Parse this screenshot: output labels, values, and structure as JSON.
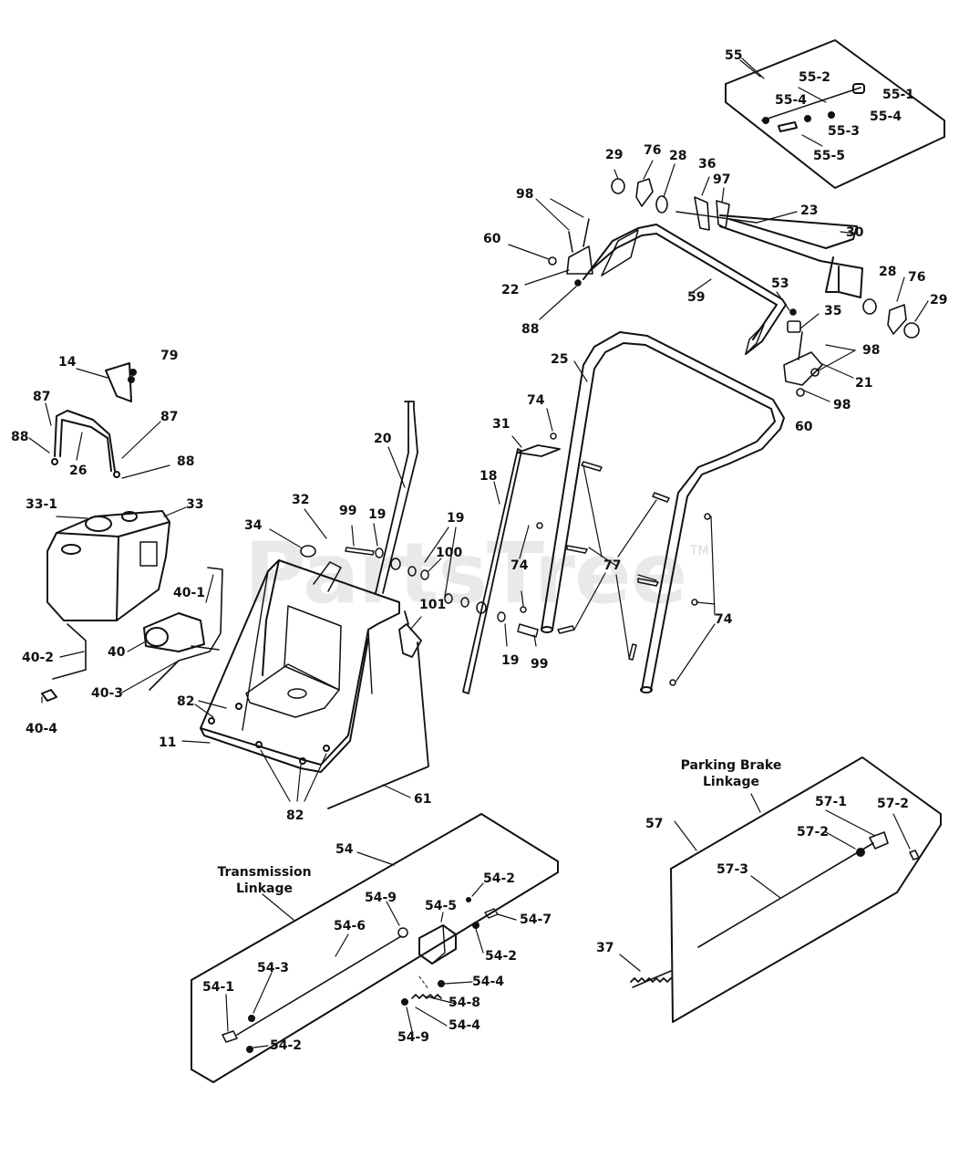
{
  "watermark": {
    "text": "PartsTree",
    "tm": "TM"
  },
  "captions": {
    "transmission_linkage": [
      "Transmission",
      "Linkage"
    ],
    "parking_brake_linkage": [
      "Parking Brake",
      "Linkage"
    ]
  },
  "callouts": [
    {
      "id": "c1",
      "text": "55"
    },
    {
      "id": "c2",
      "text": "55-2"
    },
    {
      "id": "c3",
      "text": "55-1"
    },
    {
      "id": "c4",
      "text": "55-4"
    },
    {
      "id": "c5",
      "text": "55-4"
    },
    {
      "id": "c6",
      "text": "55-3"
    },
    {
      "id": "c7",
      "text": "55-5"
    },
    {
      "id": "c8",
      "text": "29"
    },
    {
      "id": "c9",
      "text": "76"
    },
    {
      "id": "c10",
      "text": "28"
    },
    {
      "id": "c11",
      "text": "36"
    },
    {
      "id": "c12",
      "text": "97"
    },
    {
      "id": "c13",
      "text": "98"
    },
    {
      "id": "c14",
      "text": "23"
    },
    {
      "id": "c15",
      "text": "30"
    },
    {
      "id": "c16",
      "text": "60"
    },
    {
      "id": "c17",
      "text": "22"
    },
    {
      "id": "c18",
      "text": "59"
    },
    {
      "id": "c19",
      "text": "88"
    },
    {
      "id": "c20",
      "text": "28"
    },
    {
      "id": "c21",
      "text": "76"
    },
    {
      "id": "c22",
      "text": "29"
    },
    {
      "id": "c23",
      "text": "53"
    },
    {
      "id": "c24",
      "text": "35"
    },
    {
      "id": "c25",
      "text": "98"
    },
    {
      "id": "c26",
      "text": "21"
    },
    {
      "id": "c27",
      "text": "98"
    },
    {
      "id": "c28",
      "text": "60"
    },
    {
      "id": "c29",
      "text": "25"
    },
    {
      "id": "c30",
      "text": "14"
    },
    {
      "id": "c31",
      "text": "79"
    },
    {
      "id": "c32",
      "text": "87"
    },
    {
      "id": "c33",
      "text": "87"
    },
    {
      "id": "c34",
      "text": "88"
    },
    {
      "id": "c35",
      "text": "26"
    },
    {
      "id": "c36",
      "text": "88"
    },
    {
      "id": "c37",
      "text": "74"
    },
    {
      "id": "c38",
      "text": "31"
    },
    {
      "id": "c39",
      "text": "20"
    },
    {
      "id": "c40",
      "text": "18"
    },
    {
      "id": "c41",
      "text": "33-1"
    },
    {
      "id": "c42",
      "text": "33"
    },
    {
      "id": "c43",
      "text": "32"
    },
    {
      "id": "c44",
      "text": "34"
    },
    {
      "id": "c45",
      "text": "99"
    },
    {
      "id": "c46",
      "text": "19"
    },
    {
      "id": "c47",
      "text": "19"
    },
    {
      "id": "c48",
      "text": "100"
    },
    {
      "id": "c49",
      "text": "74"
    },
    {
      "id": "c50",
      "text": "77"
    },
    {
      "id": "c51",
      "text": "40-1"
    },
    {
      "id": "c52",
      "text": "101"
    },
    {
      "id": "c53",
      "text": "74"
    },
    {
      "id": "c54",
      "text": "40"
    },
    {
      "id": "c55",
      "text": "40-2"
    },
    {
      "id": "c56",
      "text": "19"
    },
    {
      "id": "c57",
      "text": "99"
    },
    {
      "id": "c58",
      "text": "40-3"
    },
    {
      "id": "c59",
      "text": "82"
    },
    {
      "id": "c60",
      "text": "40-4"
    },
    {
      "id": "c61",
      "text": "11"
    },
    {
      "id": "c62",
      "text": "61"
    },
    {
      "id": "c63",
      "text": "82"
    },
    {
      "id": "c64",
      "text": "57-1"
    },
    {
      "id": "c65",
      "text": "57-2"
    },
    {
      "id": "c66",
      "text": "57"
    },
    {
      "id": "c67",
      "text": "57-2"
    },
    {
      "id": "c68",
      "text": "57-3"
    },
    {
      "id": "c69",
      "text": "54"
    },
    {
      "id": "c70",
      "text": "54-2"
    },
    {
      "id": "c71",
      "text": "54-9"
    },
    {
      "id": "c72",
      "text": "54-5"
    },
    {
      "id": "c73",
      "text": "54-7"
    },
    {
      "id": "c74",
      "text": "54-6"
    },
    {
      "id": "c75",
      "text": "54-2"
    },
    {
      "id": "c76",
      "text": "54-3"
    },
    {
      "id": "c77",
      "text": "54-4"
    },
    {
      "id": "c78",
      "text": "54-1"
    },
    {
      "id": "c79",
      "text": "54-8"
    },
    {
      "id": "c80",
      "text": "54-4"
    },
    {
      "id": "c81",
      "text": "54-9"
    },
    {
      "id": "c82",
      "text": "54-2"
    },
    {
      "id": "c83",
      "text": "37"
    }
  ]
}
